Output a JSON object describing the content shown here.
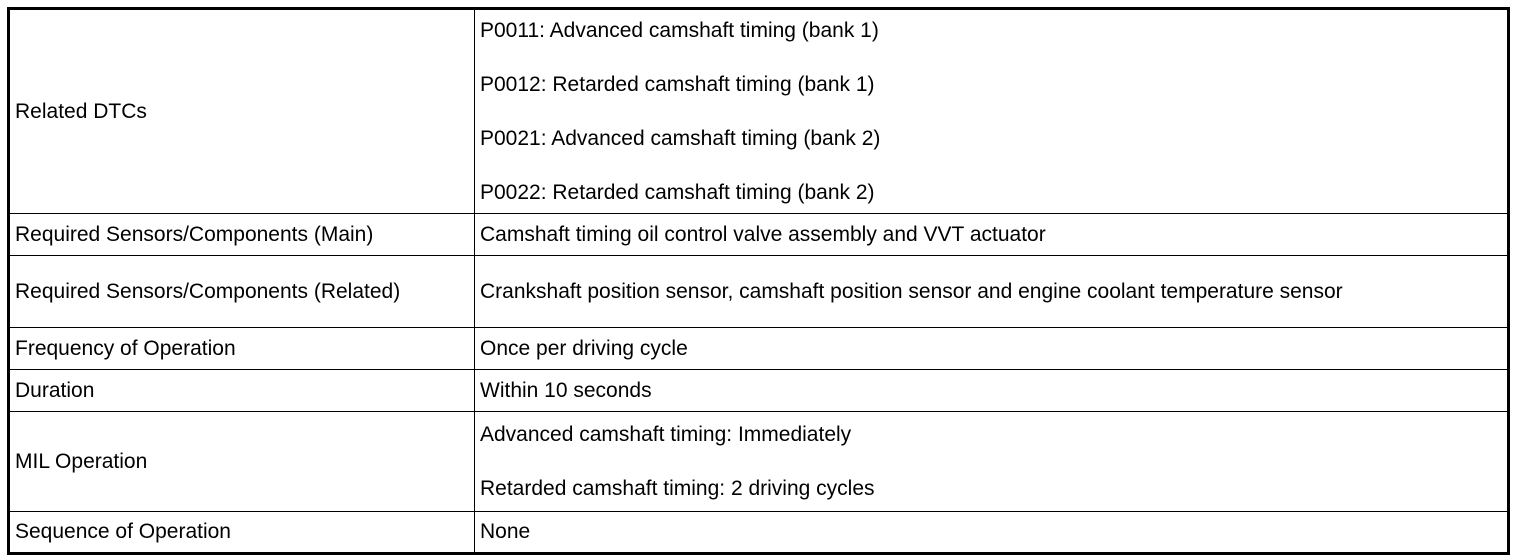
{
  "rows": [
    {
      "label": "Related DTCs",
      "values": [
        "P0011: Advanced camshaft timing (bank 1)",
        "P0012: Retarded camshaft timing (bank 1)",
        "P0021: Advanced camshaft timing (bank 2)",
        "P0022: Retarded camshaft timing (bank 2)"
      ]
    },
    {
      "label": "Required Sensors/Components (Main)",
      "values": [
        "Camshaft timing oil control valve assembly and VVT actuator"
      ]
    },
    {
      "label": "Required Sensors/Components (Related)",
      "values": [
        "Crankshaft position sensor, camshaft position sensor and engine coolant temperature sensor"
      ]
    },
    {
      "label": "Frequency of Operation",
      "values": [
        "Once per driving cycle"
      ]
    },
    {
      "label": "Duration",
      "values": [
        "Within 10 seconds"
      ]
    },
    {
      "label": "MIL Operation",
      "values": [
        "Advanced camshaft timing: Immediately",
        "Retarded camshaft timing: 2 driving cycles"
      ]
    },
    {
      "label": "Sequence of Operation",
      "values": [
        "None"
      ]
    }
  ]
}
